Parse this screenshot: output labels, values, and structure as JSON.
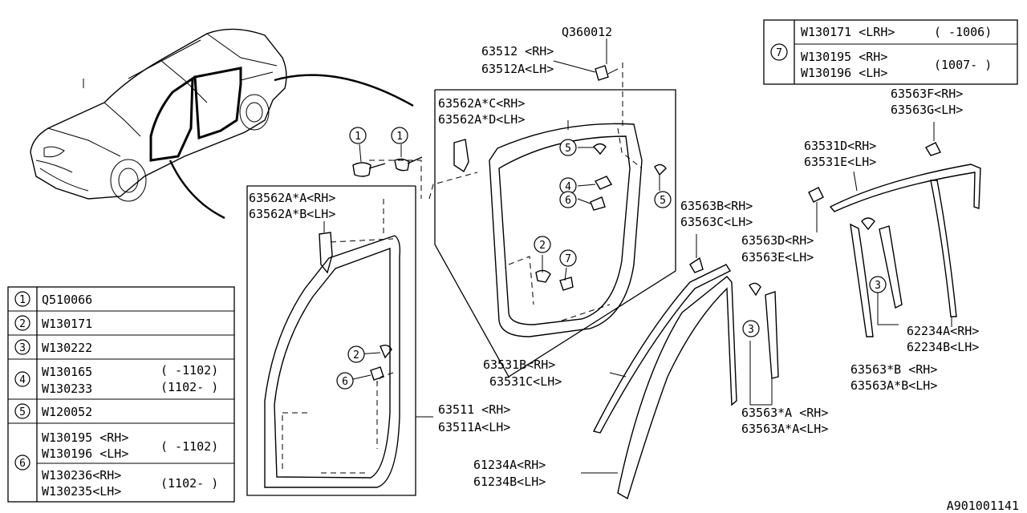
{
  "diagram_code": "A901001141",
  "legend": {
    "rows": [
      {
        "num": "1",
        "lines": [
          {
            "part": "Q510066",
            "note": ""
          }
        ]
      },
      {
        "num": "2",
        "lines": [
          {
            "part": "W130171",
            "note": ""
          }
        ]
      },
      {
        "num": "3",
        "lines": [
          {
            "part": "W130222",
            "note": ""
          }
        ]
      },
      {
        "num": "4",
        "lines": [
          {
            "part": "W130165",
            "note": "( -1102)"
          },
          {
            "part": "W130233",
            "note": "(1102- )"
          }
        ]
      },
      {
        "num": "5",
        "lines": [
          {
            "part": "W120052",
            "note": ""
          }
        ]
      },
      {
        "num": "6",
        "lines": [
          {
            "part": "W130195 <RH>",
            "note": "( -1102)"
          },
          {
            "part": "W130196 <LH>",
            "note": ""
          },
          {
            "part": "W130236<RH>",
            "note": "(1102- )"
          },
          {
            "part": "W130235<LH>",
            "note": ""
          }
        ]
      }
    ]
  },
  "legend7": {
    "num": "7",
    "lines": [
      {
        "part": "W130171 <LRH>",
        "note": "( -1006)"
      },
      {
        "part": "W130195 <RH>",
        "note": "(1007- )"
      },
      {
        "part": "W130196 <LH>",
        "note": ""
      }
    ]
  },
  "callouts": {
    "c1": "Q360012",
    "c2": "63512  <RH>",
    "c3": "63512A<LH>",
    "c4": "63562A*C<RH>",
    "c5": "63562A*D<LH>",
    "c6": "63562A*A<RH>",
    "c7": "63562A*B<LH>",
    "c8": "63511  <RH>",
    "c9": "63511A<LH>",
    "c10": "63563B<RH>",
    "c11": "63563C<LH>",
    "c12": "63531B<RH>",
    "c13": "63531C<LH>",
    "c14": "61234A<RH>",
    "c15": "61234B<LH>",
    "c16": "63563*A <RH>",
    "c17": "63563A*A<LH>",
    "c18": "63563D<RH>",
    "c19": "63563E<LH>",
    "c20": "63531D<RH>",
    "c21": "63531E<LH>",
    "c22": "63563F<RH>",
    "c23": "63563G<LH>",
    "c24": "62234A<RH>",
    "c25": "62234B<LH>",
    "c26": "63563*B <RH>",
    "c27": "63563A*B<LH>"
  },
  "markers": [
    "1",
    "1",
    "5",
    "4",
    "6",
    "2",
    "7",
    "5",
    "2",
    "6",
    "3",
    "3"
  ]
}
